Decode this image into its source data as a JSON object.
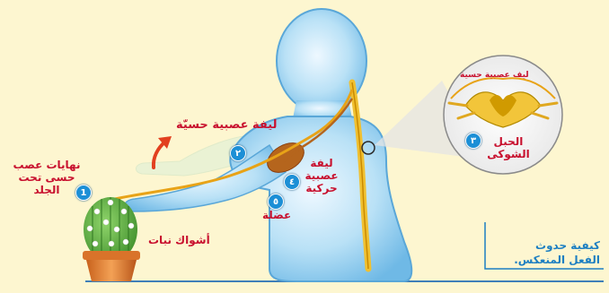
{
  "labels": {
    "nerve_endings": "نهايات عصب حسى تحت الجلد",
    "sensory_fiber_arm": "ليفة عصبية حسيّة",
    "motor_fiber": "ليفة عصبية حركية",
    "muscle": "عضلة",
    "plant_thorns": "أشواك نبات",
    "spinal_cord": "الحبل الشوكى",
    "sensory_fiber_inset": "ليف عصبية حسية"
  },
  "badges": {
    "b1": "1",
    "b2": "٢",
    "b3": "٣",
    "b4": "٤",
    "b5": "٥"
  },
  "caption": {
    "line1": "كيفية حدوث",
    "line2": "الفعل المنعكس."
  },
  "colors": {
    "background": "#fdf6d0",
    "body_fill": "#a8d8f2",
    "label_red": "#c8102e",
    "badge_blue": "#1c8fd6",
    "sensory_nerve": "#e8a317",
    "motor_nerve": "#b5651d"
  }
}
